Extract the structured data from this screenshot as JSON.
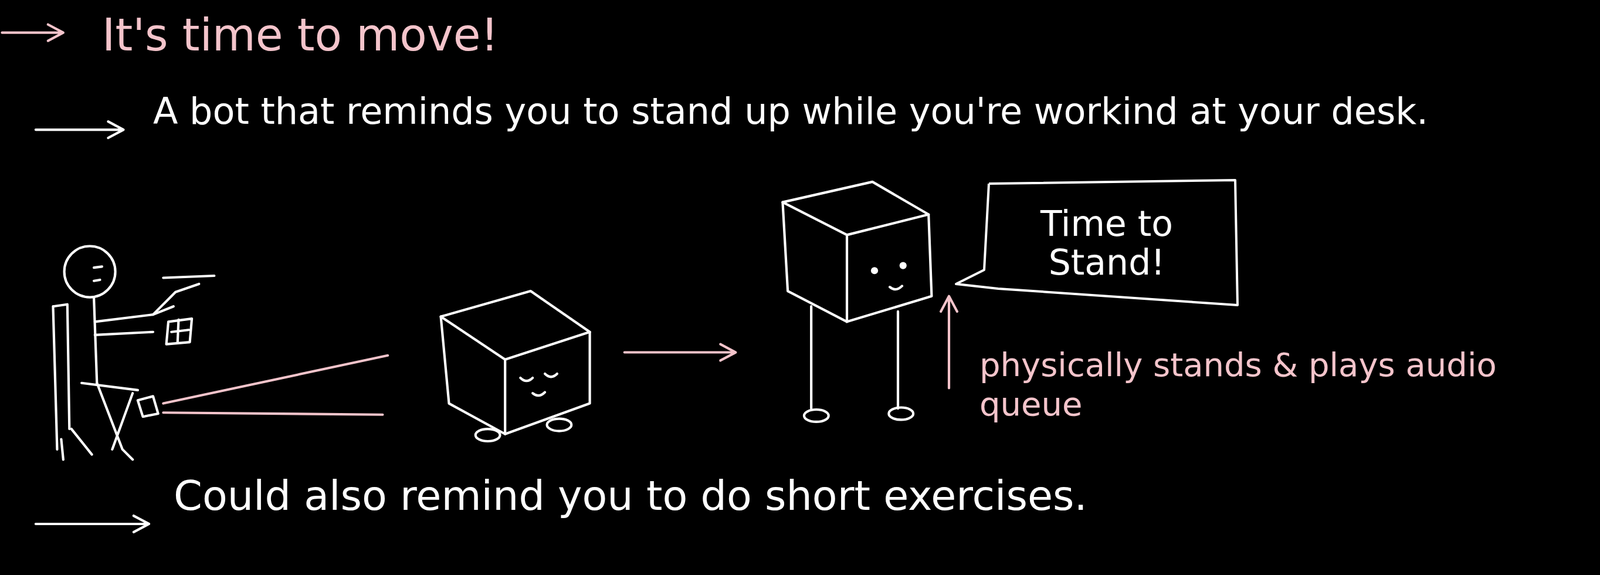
{
  "diagram": {
    "title": "It's time to move!",
    "nodes": [
      {
        "text": [
          "Time to Stand!"
        ]
      }
    ],
    "labels": [
      "A bot that reminds you to stand up while you're workind at your desk.",
      "physically stands & plays audio queue",
      "Could also remind you to do short exercises."
    ]
  }
}
